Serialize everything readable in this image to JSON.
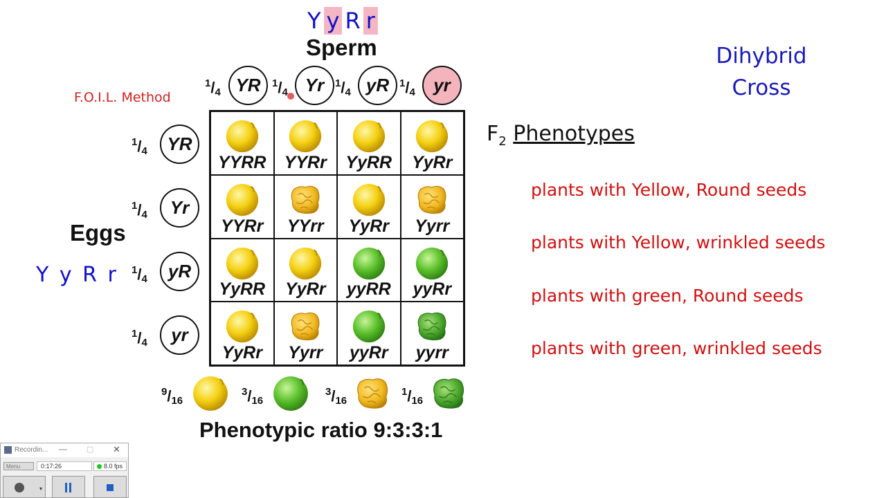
{
  "header": {
    "alleles": [
      "Y",
      "y",
      "R",
      "r"
    ],
    "sperm_label": "Sperm",
    "foil_label": "F.O.I.L. Method"
  },
  "sperm_gametes": [
    {
      "frac_num": "1",
      "frac_den": "4",
      "label": "YR"
    },
    {
      "frac_num": "1",
      "frac_den": "4",
      "label": "Yr"
    },
    {
      "frac_num": "1",
      "frac_den": "4",
      "label": "yR"
    },
    {
      "frac_num": "1",
      "frac_den": "4",
      "label": "yr"
    }
  ],
  "eggs": {
    "label": "Eggs",
    "alleles_text": "Y y R r",
    "gametes": [
      {
        "frac_num": "1",
        "frac_den": "4",
        "label": "YR"
      },
      {
        "frac_num": "1",
        "frac_den": "4",
        "label": "Yr"
      },
      {
        "frac_num": "1",
        "frac_den": "4",
        "label": "yR"
      },
      {
        "frac_num": "1",
        "frac_den": "4",
        "label": "yr"
      }
    ]
  },
  "grid": [
    [
      {
        "g": "YYRR",
        "pea": "yellow-round"
      },
      {
        "g": "YYRr",
        "pea": "yellow-round"
      },
      {
        "g": "YyRR",
        "pea": "yellow-round"
      },
      {
        "g": "YyRr",
        "pea": "yellow-round"
      }
    ],
    [
      {
        "g": "YYRr",
        "pea": "yellow-round"
      },
      {
        "g": "YYrr",
        "pea": "yellow-wrinkled"
      },
      {
        "g": "YyRr",
        "pea": "yellow-round"
      },
      {
        "g": "Yyrr",
        "pea": "yellow-wrinkled"
      }
    ],
    [
      {
        "g": "YyRR",
        "pea": "yellow-round"
      },
      {
        "g": "YyRr",
        "pea": "yellow-round"
      },
      {
        "g": "yyRR",
        "pea": "green-round"
      },
      {
        "g": "yyRr",
        "pea": "green-round"
      }
    ],
    [
      {
        "g": "YyRr",
        "pea": "yellow-round"
      },
      {
        "g": "Yyrr",
        "pea": "yellow-wrinkled"
      },
      {
        "g": "yyRr",
        "pea": "green-round"
      },
      {
        "g": "yyrr",
        "pea": "green-wrinkled"
      }
    ]
  ],
  "ratios": [
    {
      "num": "9",
      "den": "16",
      "pea": "yellow-round"
    },
    {
      "num": "3",
      "den": "16",
      "pea": "green-round"
    },
    {
      "num": "3",
      "den": "16",
      "pea": "yellow-wrinkled"
    },
    {
      "num": "1",
      "den": "16",
      "pea": "green-wrinkled"
    }
  ],
  "ratio_text": "Phenotypic ratio 9:3:3:1",
  "title": {
    "line1": "Dihybrid",
    "line2": "Cross"
  },
  "f2_heading": {
    "f": "F",
    "sub": "2",
    "text": "Phenotypes"
  },
  "phenotypes": [
    "plants with Yellow, Round seeds",
    "plants with Yellow, wrinkled seeds",
    "plants with green, Round seeds",
    "plants with green, wrinkled seeds"
  ],
  "recorder": {
    "title": "Recordin...",
    "menu": "Menu",
    "time": "0:17:26",
    "fps": "8.0 fps"
  },
  "colors": {
    "allele_blue": "#1010c8",
    "highlight_pink": "#f5b6c4",
    "phenotype_red": "#d01010",
    "yellow_pea": "#f2cc10",
    "green_pea": "#5cbf2a"
  }
}
